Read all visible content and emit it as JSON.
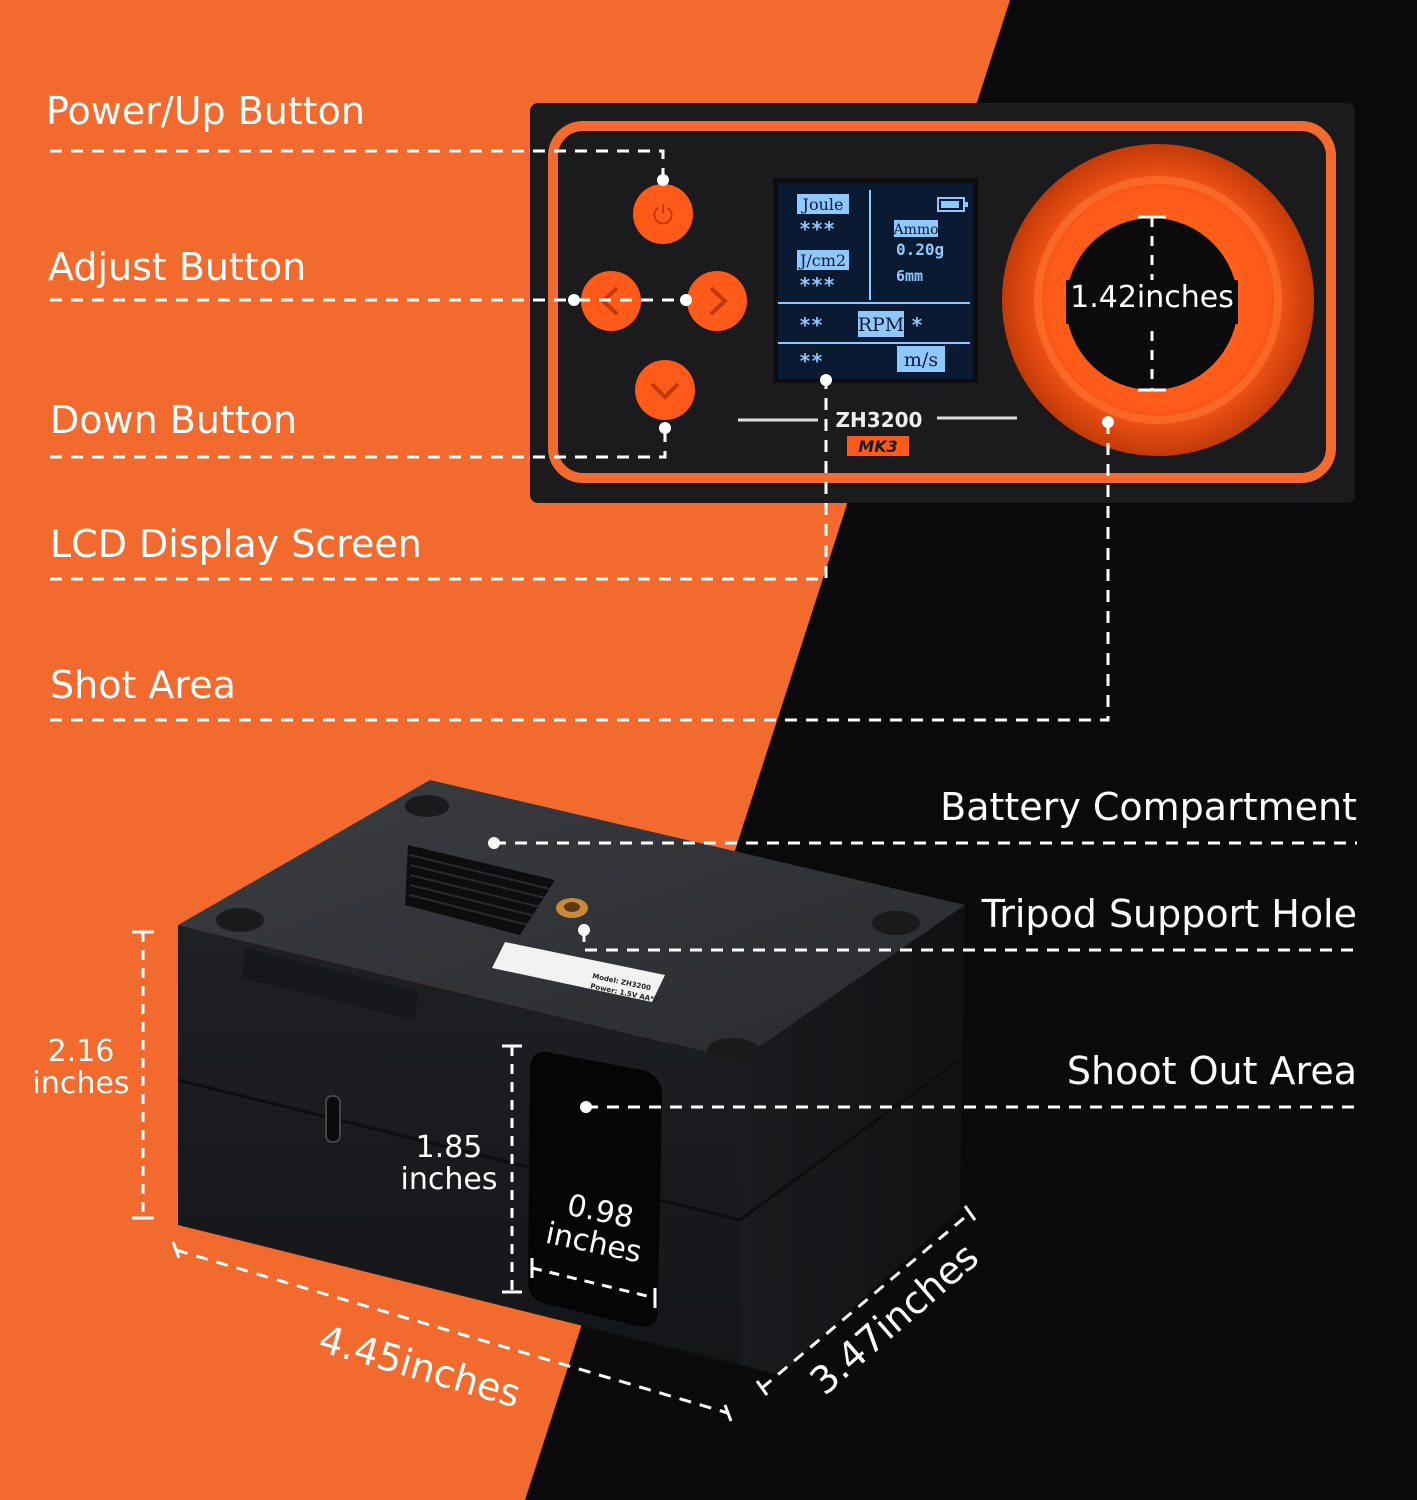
{
  "colors": {
    "accent": "#f26a2e",
    "background_dark": "#0a0a0c",
    "device_body": "#1c1d21",
    "lcd_screen": "#0a1a33",
    "lcd_text": "#8ec8ff"
  },
  "callouts": {
    "power_up": "Power/Up Button",
    "adjust": "Adjust Button",
    "down": "Down Button",
    "lcd": "LCD Display Screen",
    "shot_area": "Shot Area",
    "battery": "Battery Compartment",
    "tripod": "Tripod Support Hole",
    "shoot_out": "Shoot Out Area"
  },
  "dimensions": {
    "shot_diameter": "1.42inches",
    "height_value": "2.16",
    "height_unit": "inches",
    "port_height_value": "1.85",
    "port_height_unit": "inches",
    "port_width_value": "0.98",
    "port_width_unit": "inches",
    "length": "4.45inches",
    "depth": "3.47inches"
  },
  "device": {
    "model": "ZH3200",
    "version": "MK3",
    "label_model": "Model: ZH3200",
    "label_power": "Power: 1.5V AA*2",
    "lcd": {
      "joule_label": "Joule",
      "joule_value": "***",
      "energy_density_label": "J/cm2",
      "energy_density_value": "***",
      "ammo_label": "Ammo",
      "ammo_weight": "0.20g",
      "ammo_size": "6mm",
      "rpm_value": "**",
      "rpm_label": "RPM",
      "rpm_suffix": "*",
      "speed_value": "**",
      "speed_unit": "m/s"
    }
  }
}
